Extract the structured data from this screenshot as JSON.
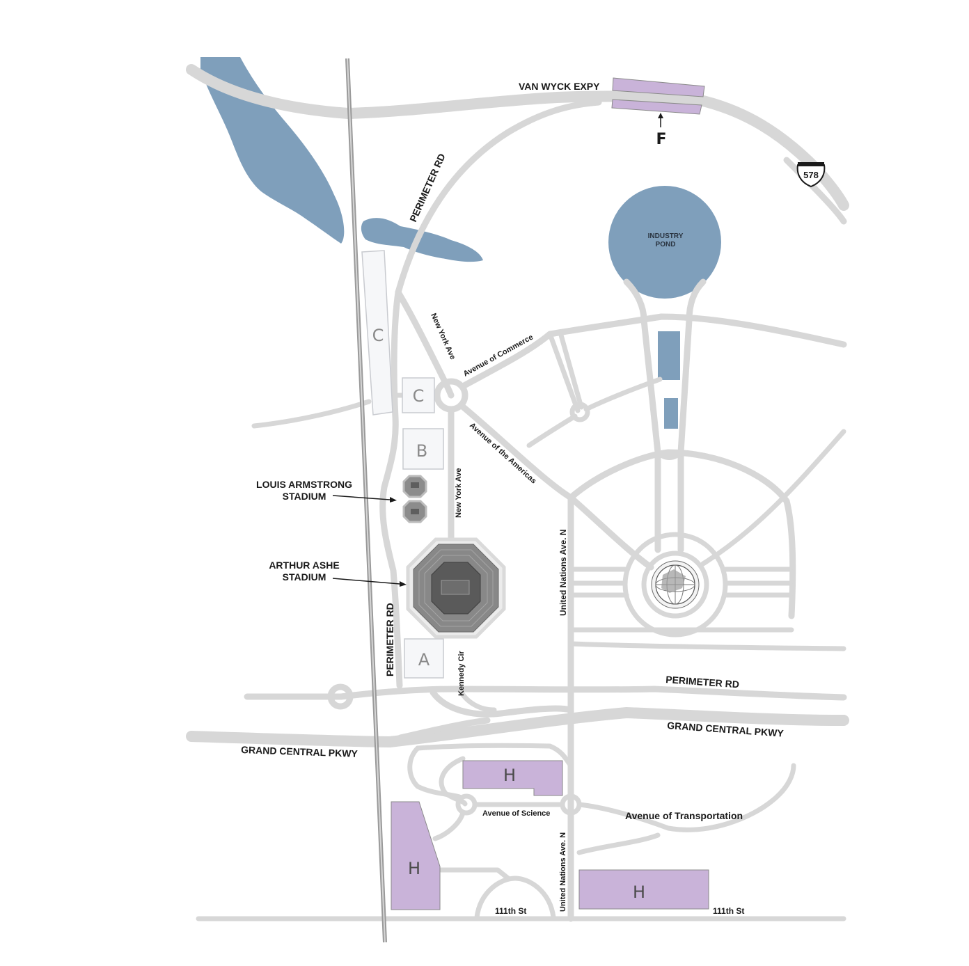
{
  "highways": {
    "van_wyck": "VAN WYCK EXPY",
    "grand_central_east": "GRAND CENTRAL PKWY",
    "grand_central_west": "GRAND CENTRAL PKWY",
    "interstate_shield": "578"
  },
  "roads": {
    "perimeter_rd_north": "PERIMETER RD",
    "perimeter_rd_west": "PERIMETER RD",
    "perimeter_rd_south": "PERIMETER RD",
    "new_york_ave_north": "New York Ave",
    "new_york_ave_south": "New York Ave",
    "avenue_of_commerce": "Avenue of Commerce",
    "avenue_of_the_americas": "Avenue of the Americas",
    "united_nations_north": "United Nations Ave. N",
    "united_nations_south": "United Nations Ave. N",
    "kennedy_cir": "Kennedy Cir",
    "avenue_of_science": "Avenue of Science",
    "avenue_of_transportation": "Avenue of Transportation",
    "st_111_west": "111th St",
    "st_111_east": "111th St"
  },
  "landmarks": {
    "industry_pond_line1": "INDUSTRY",
    "industry_pond_line2": "POND",
    "louis_armstrong_line1": "LOUIS ARMSTRONG",
    "louis_armstrong_line2": "STADIUM",
    "arthur_ashe_line1": "ARTHUR ASHE",
    "arthur_ashe_line2": "STADIUM"
  },
  "parking_lots": {
    "lot_c_long": "C",
    "lot_c_small": "C",
    "lot_b": "B",
    "lot_a": "A",
    "lot_h_north": "H",
    "lot_h_west": "H",
    "lot_h_east": "H",
    "lot_f": "F"
  },
  "colors": {
    "water": "#7f9fbb",
    "road": "#d7d7d7",
    "lot_h": "#c9b3d9",
    "lot_box": "#f6f7f9"
  }
}
